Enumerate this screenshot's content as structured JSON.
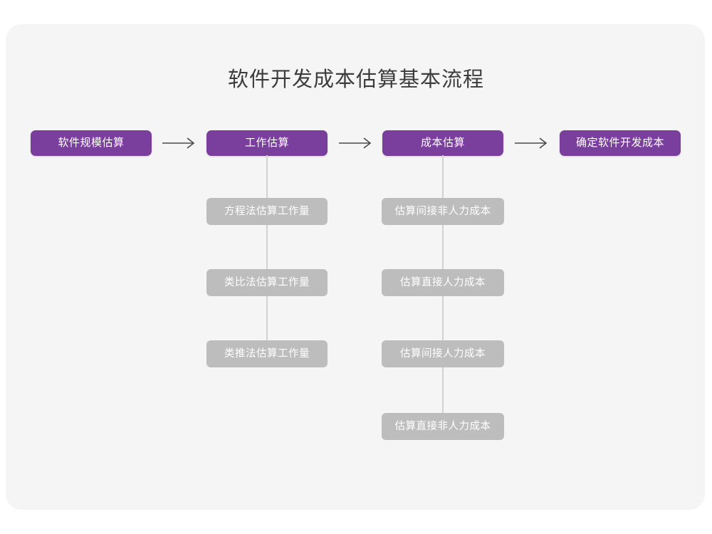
{
  "page": {
    "title": "软件开发成本估算基本流程",
    "panel_color": "#f5f5f5",
    "background_color": "#ffffff"
  },
  "theme": {
    "stage_color": "#7a3f9d",
    "substep_color": "#bdbdbd",
    "line_color": "#d2d2d2",
    "arrow_color": "#4a4a4a",
    "title_color": "#3c3c3c",
    "box_text_color": "#ffffff"
  },
  "chart_data": {
    "type": "flowchart",
    "title": "软件开发成本估算基本流程",
    "orientation": "left-to-right with vertical sub-branches",
    "stages": [
      {
        "id": "stage-1",
        "label": "软件规模估算",
        "substeps": []
      },
      {
        "id": "stage-2",
        "label": "工作估算",
        "substeps": [
          "方程法估算工作量",
          "类比法估算工作量",
          "类推法估算工作量"
        ]
      },
      {
        "id": "stage-3",
        "label": "成本估算",
        "substeps": [
          "估算间接非人力成本",
          "估算直接人力成本",
          "估算间接人力成本",
          "估算直接非人力成本"
        ]
      },
      {
        "id": "stage-4",
        "label": "确定软件开发成本",
        "substeps": []
      }
    ],
    "connectors": [
      {
        "from": "stage-1",
        "to": "stage-2",
        "type": "arrow"
      },
      {
        "from": "stage-2",
        "to": "stage-3",
        "type": "arrow"
      },
      {
        "from": "stage-3",
        "to": "stage-4",
        "type": "arrow"
      }
    ]
  },
  "arrows": {
    "glyph": "arrow-right-icon",
    "count": 3
  }
}
